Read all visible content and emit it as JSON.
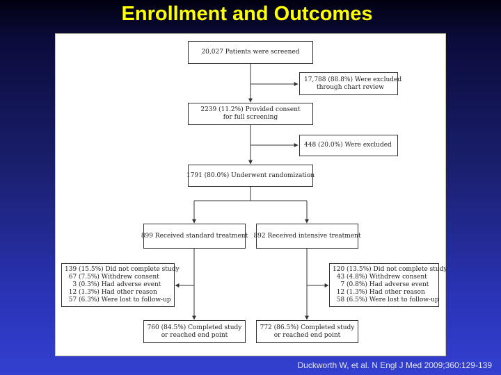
{
  "title": "Enrollment and Outcomes",
  "citation": "Duckworth W, et al. N Engl J Med 2009;360:129-139",
  "flow": {
    "screened": [
      "20,027 Patients were screened"
    ],
    "excluded_chart": [
      "17,788 (88.8%) Were excluded",
      "through chart review"
    ],
    "consent": [
      "2239 (11.2%) Provided consent",
      "for full screening"
    ],
    "excluded_2": [
      "448 (20.0%) Were excluded"
    ],
    "randomized": [
      "1791 (80.0%) Underwent randomization"
    ],
    "standard": [
      "899 Received standard treatment"
    ],
    "intensive": [
      "892 Received intensive treatment"
    ],
    "standard_not_complete": [
      "139 (15.5%) Did not complete study",
      "  67 (7.5%) Withdrew consent",
      "    3 (0.3%) Had adverse event",
      "  12 (1.3%) Had other reason",
      "  57 (6.3%) Were lost to follow-up"
    ],
    "intensive_not_complete": [
      "120 (13.5%) Did not complete study",
      "  43 (4.8%) Withdrew consent",
      "    7 (0.8%) Had adverse event",
      "  12 (1.3%) Had other reason",
      "  58 (6.5%) Were lost to follow-up"
    ],
    "standard_complete": [
      "760 (84.5%) Completed study",
      "or reached end point"
    ],
    "intensive_complete": [
      "772 (86.5%) Completed study",
      "or reached end point"
    ]
  }
}
